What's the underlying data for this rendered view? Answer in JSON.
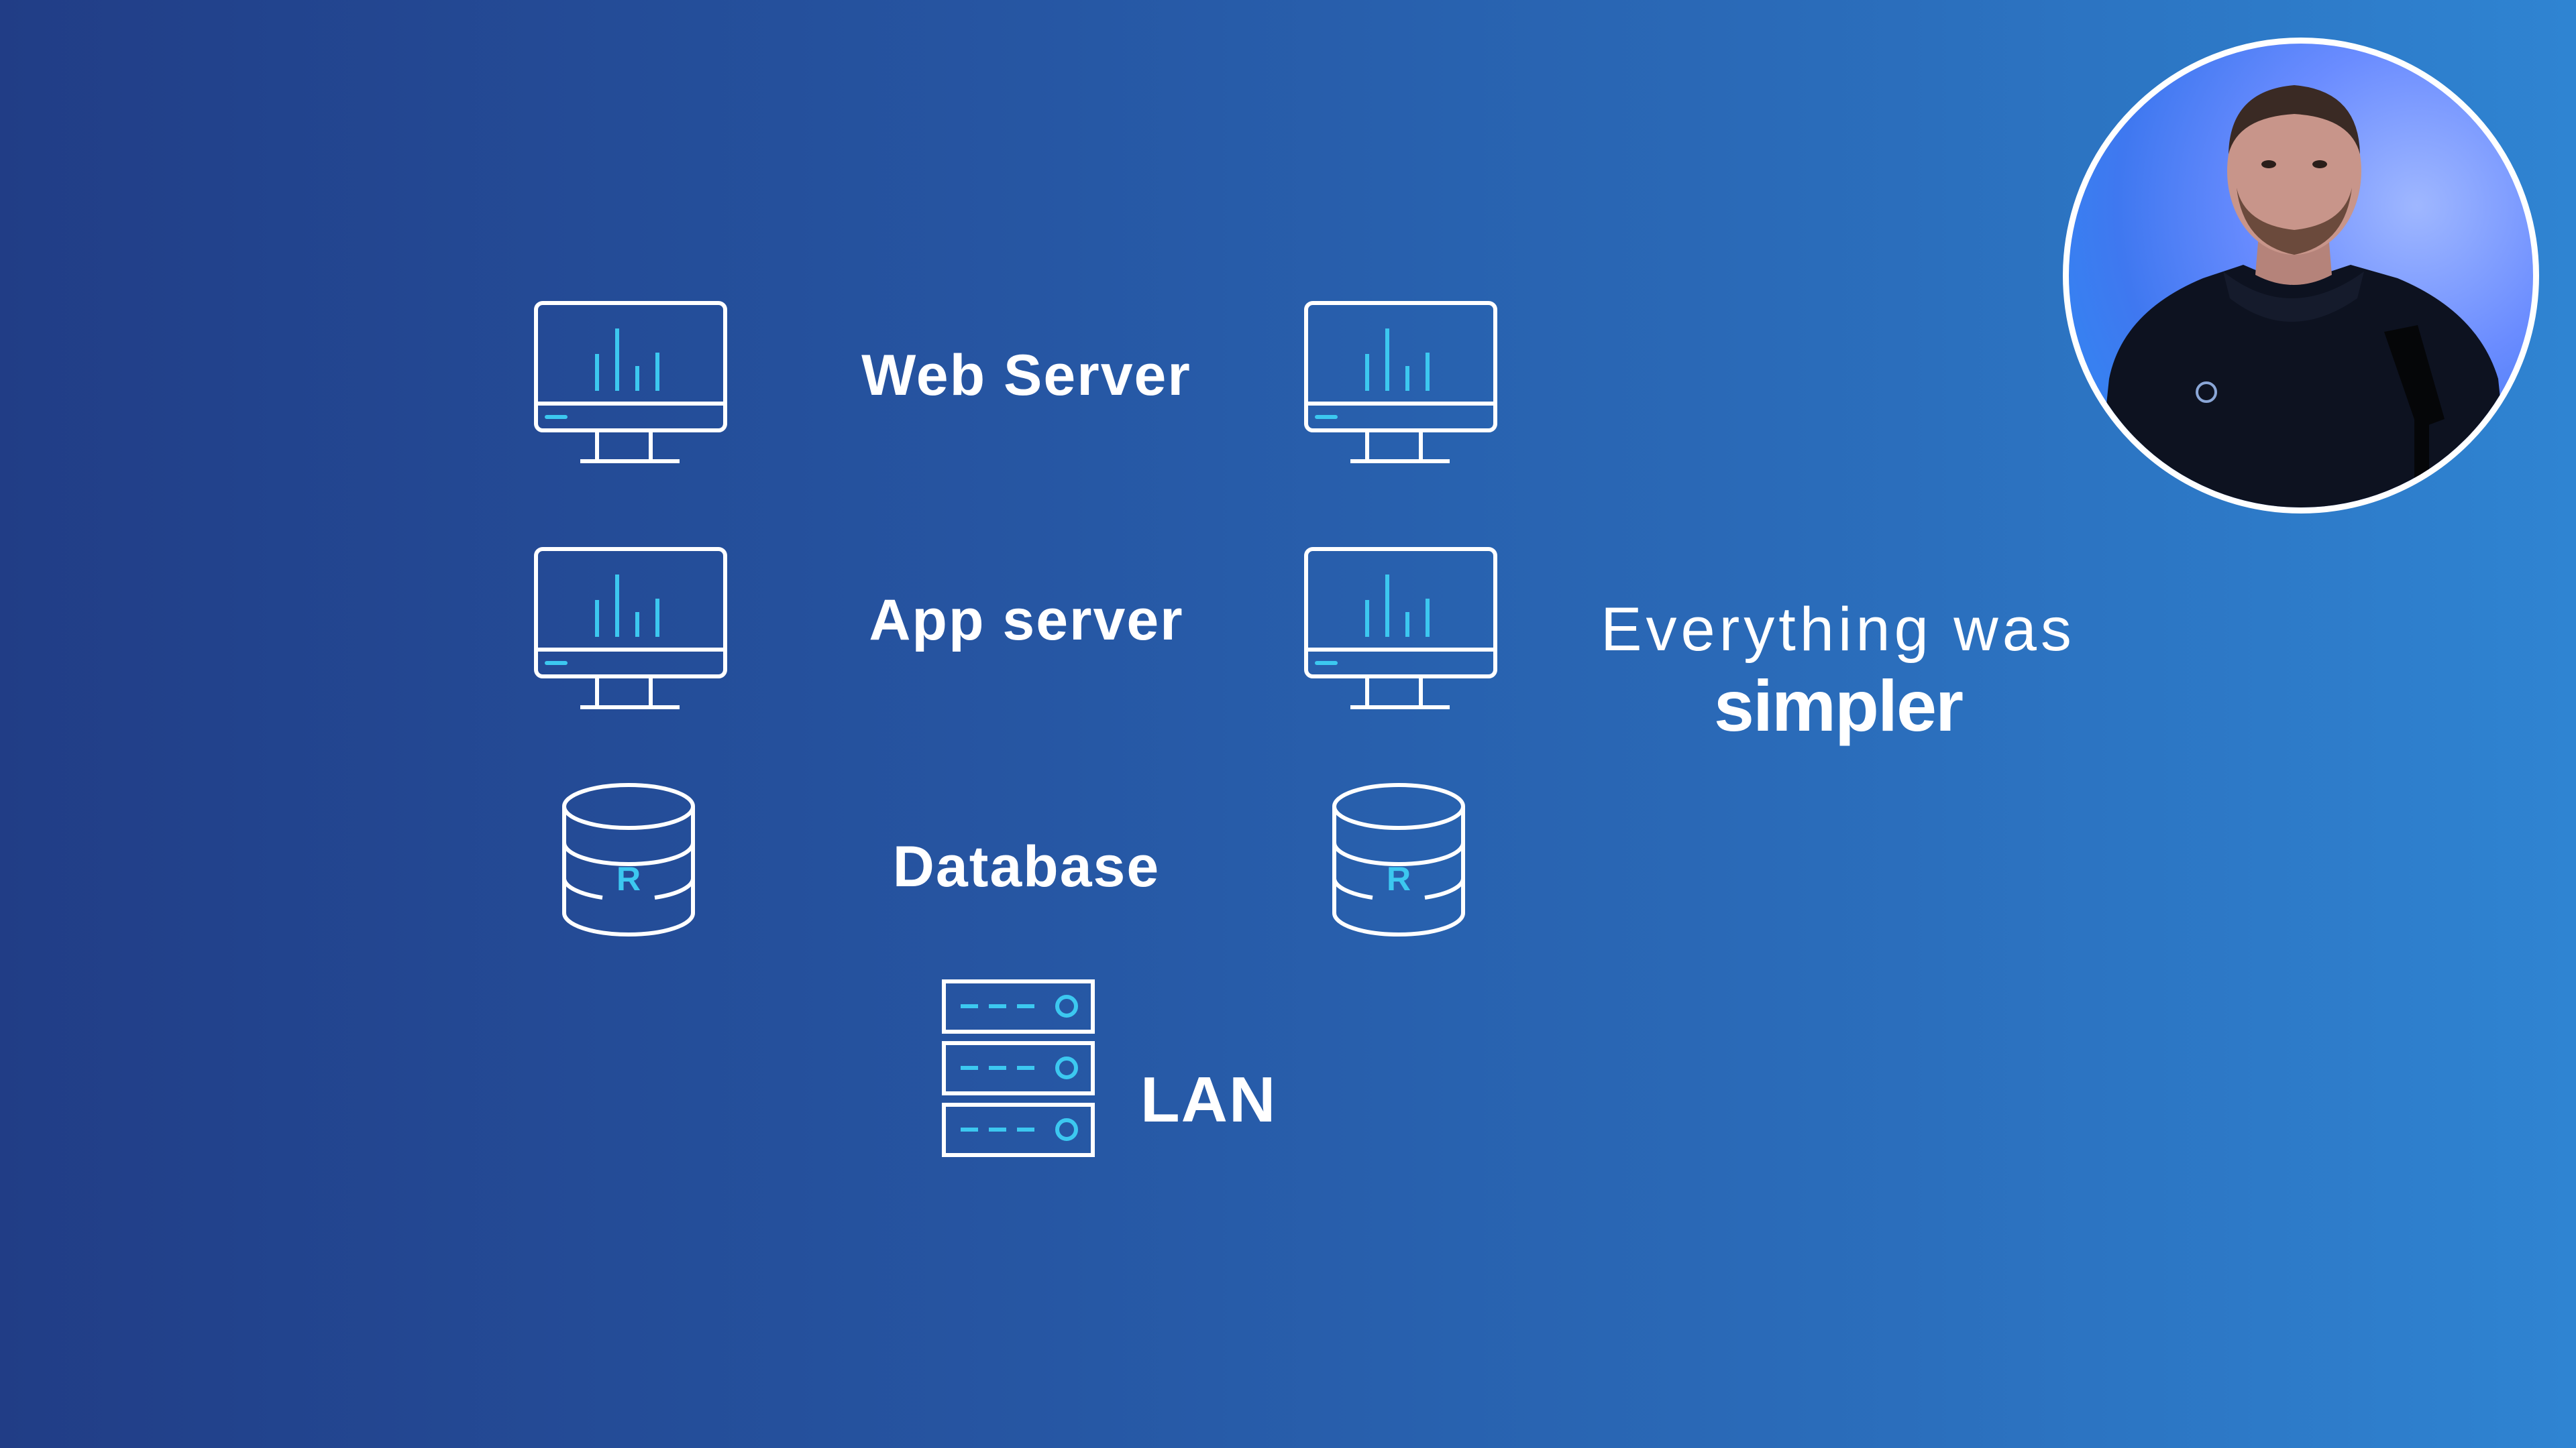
{
  "rows": {
    "web_server": "Web Server",
    "app_server": "App server",
    "database": "Database",
    "lan": "LAN"
  },
  "icons": {
    "monitor": "monitor-chart-icon",
    "database": "database-icon",
    "database_letter": "R",
    "server_rack": "server-rack-icon"
  },
  "tagline": {
    "line1": "Everything was",
    "line2": "simpler"
  },
  "colors": {
    "outline": "#ffffff",
    "accent": "#3cc8f0",
    "bg_left": "#213d86",
    "bg_right": "#2f84d2"
  }
}
